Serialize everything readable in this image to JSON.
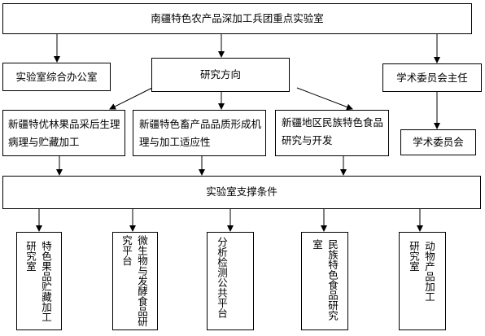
{
  "title": "南疆特色农产品深加工兵团重点实验室",
  "office": "实验室综合办公室",
  "research_direction": "研究方向",
  "committee_chair": "学术委员会主任",
  "committee": "学术委员会",
  "research_areas": [
    "新疆特优林果品采后生理病理与贮藏加工",
    "新疆特色畜产品品质形成机理与加工适应性",
    "新疆地区民族特色食品研究与开发"
  ],
  "support": "实验室支撑条件",
  "labs": [
    "特色果品贮藏加工研究室",
    "微生物与发酵食品研究平台",
    "分析检测公共平台",
    "民族特色食品研究室",
    "动物产品加工研究室"
  ]
}
